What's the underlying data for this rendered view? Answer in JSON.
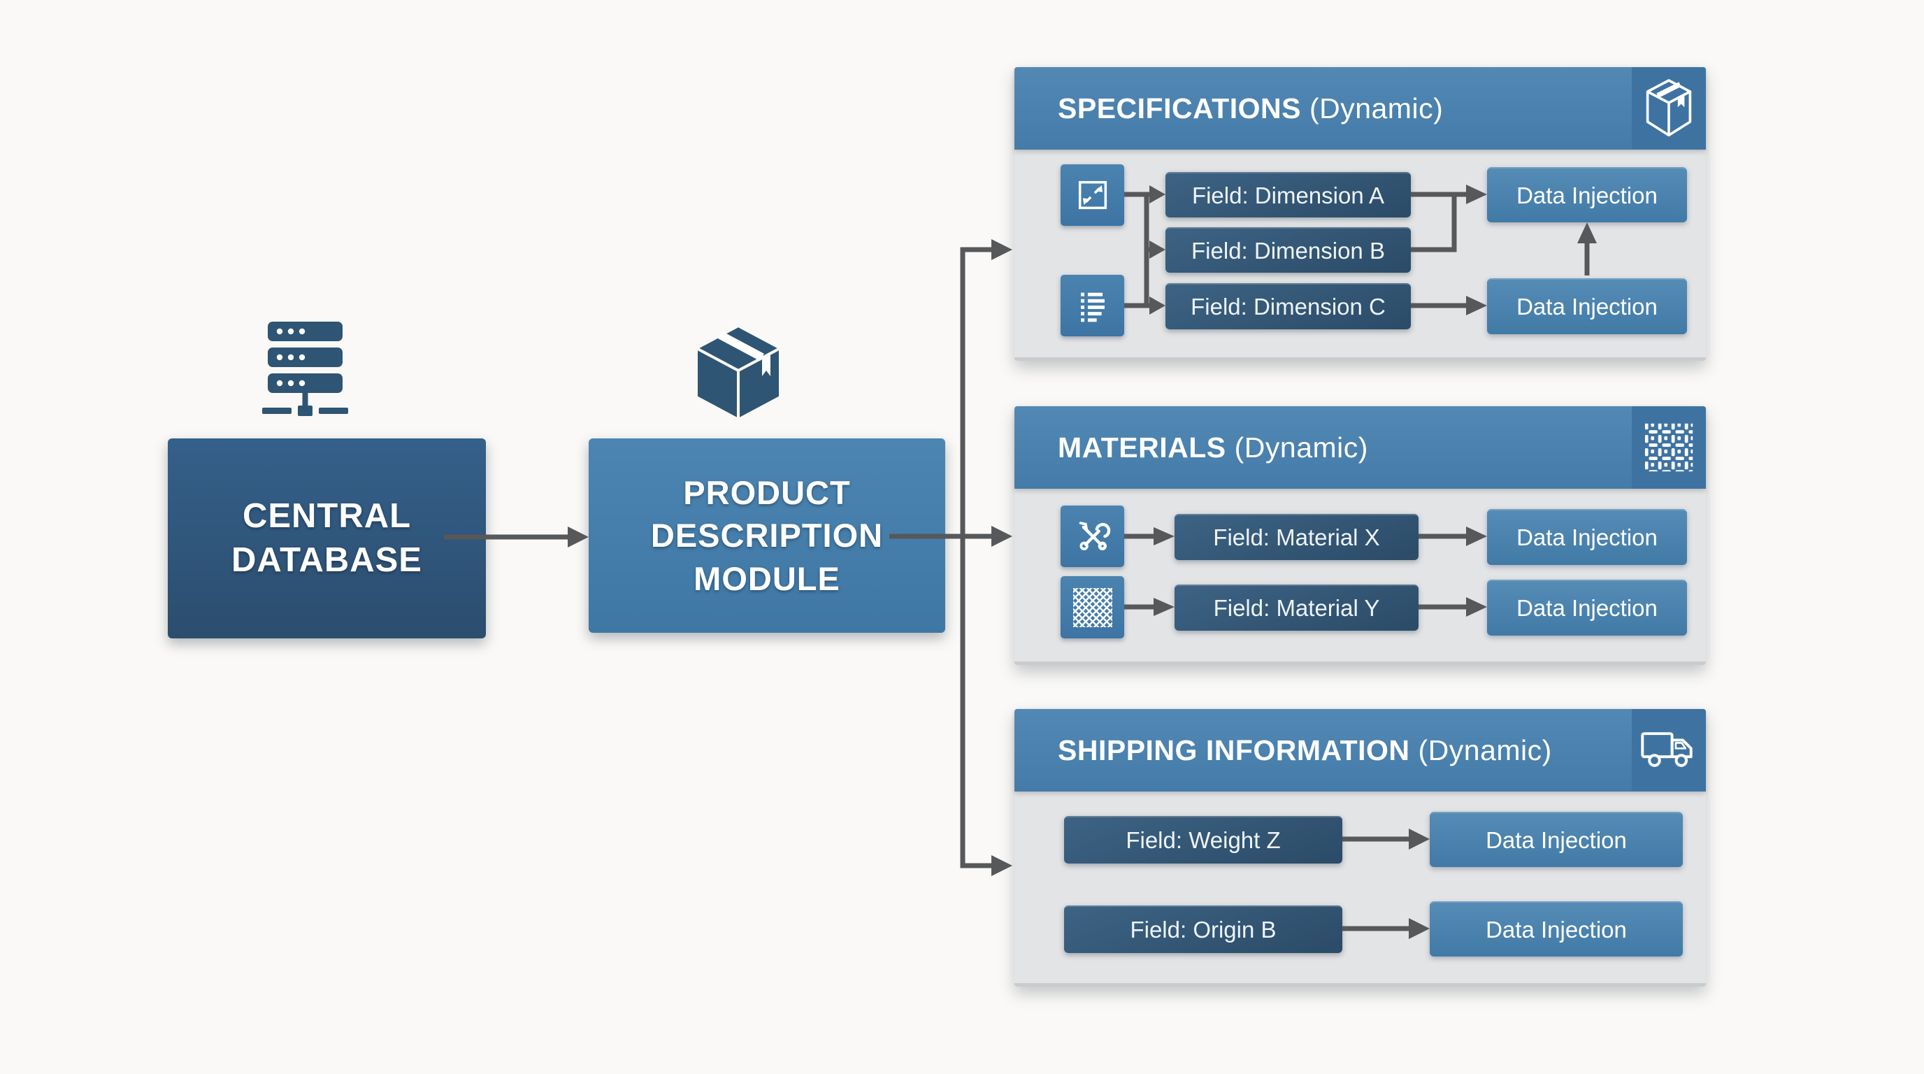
{
  "source": {
    "label": "CENTRAL DATABASE",
    "icon": "server-icon"
  },
  "module": {
    "label": "PRODUCT DESCRIPTION MODULE",
    "icon": "package-icon"
  },
  "panels": {
    "specifications": {
      "title": "SPECIFICATIONS",
      "subtitle": "(Dynamic)",
      "header_icon": "package-outline-icon",
      "row_icons": [
        "resize-icon",
        "list-icon"
      ],
      "fields": [
        "Field: Dimension A",
        "Field: Dimension B",
        "Field: Dimension C"
      ],
      "injections": [
        "Data Injection",
        "Data Injection"
      ]
    },
    "materials": {
      "title": "MATERIALS",
      "subtitle": "(Dynamic)",
      "header_icon": "fabric-weave-icon",
      "row_icons": [
        "tools-icon",
        "mesh-icon"
      ],
      "fields": [
        "Field: Material X",
        "Field: Material Y"
      ],
      "injections": [
        "Data Injection",
        "Data Injection"
      ]
    },
    "shipping": {
      "title": "SHIPPING INFORMATION",
      "subtitle": "(Dynamic)",
      "header_icon": "truck-icon",
      "fields": [
        "Field: Weight Z",
        "Field: Origin B"
      ],
      "injections": [
        "Data Injection",
        "Data Injection"
      ]
    }
  },
  "colors": {
    "background": "#faf9f7",
    "panel_body": "#e3e4e6",
    "header_blue": "#4a80ad",
    "header_icon_bg": "#3e73a1",
    "field_dark": "#2f5170",
    "injection_blue": "#4a81ad",
    "icon_tile_blue": "#4179a8",
    "source_box": "#305476",
    "module_box": "#4379a7",
    "arrow_gray": "#57585a"
  }
}
